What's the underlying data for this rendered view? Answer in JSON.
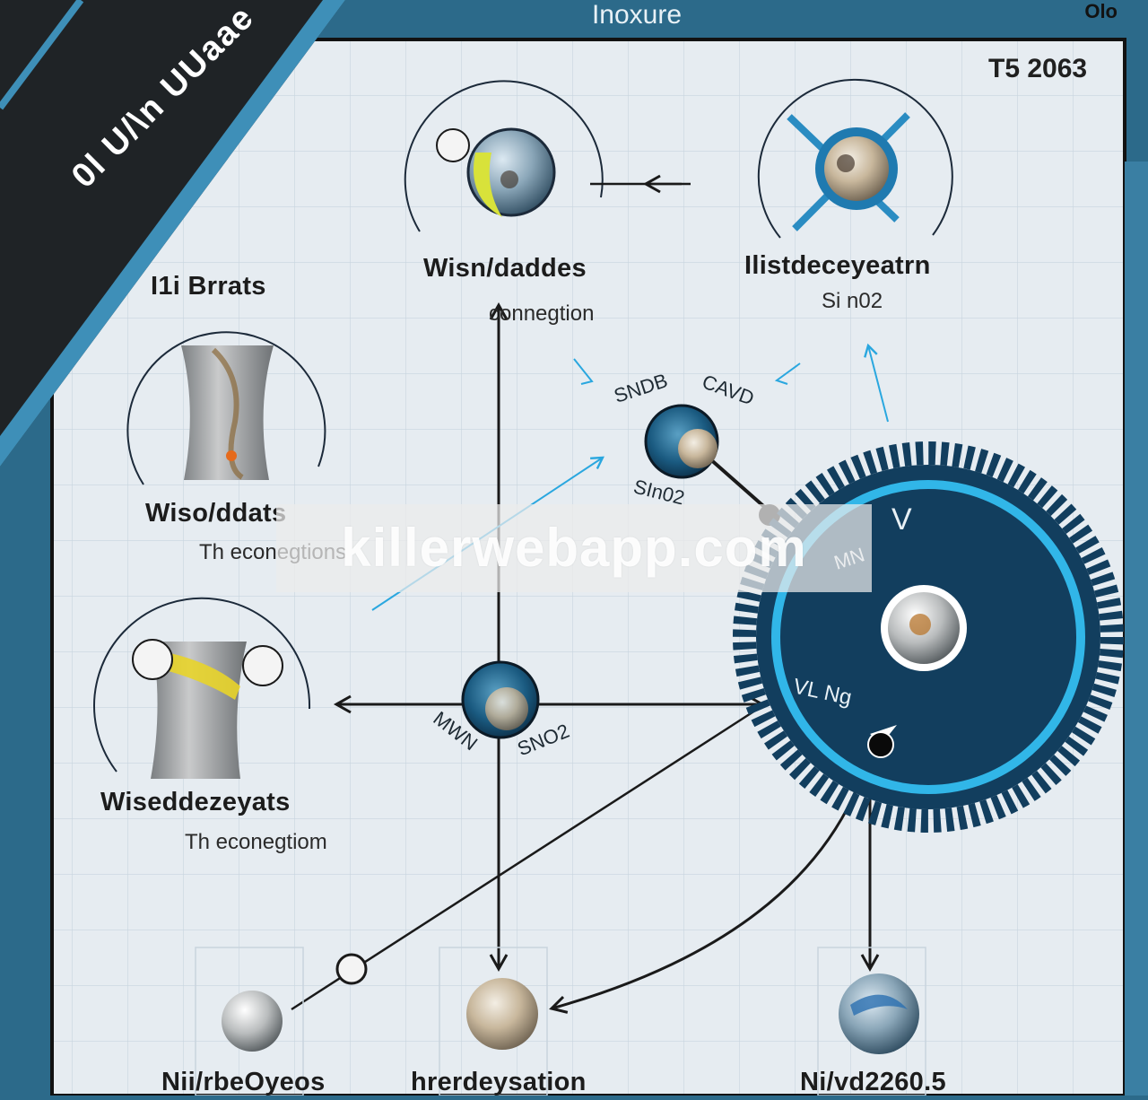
{
  "header": {
    "title": "Inoxure",
    "corner_badge": "Olo",
    "banner_text": "0l U/\\n UUaae"
  },
  "diagram": {
    "reference_code": "T5 2063",
    "left_group_title": "I1i Brrats",
    "nodes": {
      "top_center": {
        "label": "Wisn/daddes",
        "sublabel": "connegtion"
      },
      "top_right": {
        "label": "Ilistdeceyeatrn",
        "sublabel": "Si n02"
      },
      "left_upper": {
        "label": "Wiso/ddats",
        "sublabel": "Th econegtions"
      },
      "left_lower": {
        "label": "Wiseddezeyats",
        "sublabel": "Th econegtiom"
      },
      "center_small": {
        "tag_left": "SNDB",
        "tag_right": "CAVD",
        "tag_bottom": "SIn02"
      },
      "hub": {
        "tag_left": "MWN",
        "tag_right": "SNO2"
      },
      "gear": {
        "tag_top": "V",
        "tag_side": "MN",
        "tag_lower": "VL Ng"
      },
      "bottom_left": {
        "label": "Nii/rbeOyeos"
      },
      "bottom_center": {
        "label": "hrerdeysation"
      },
      "bottom_right": {
        "label": "Ni/vd2260.5"
      }
    }
  },
  "watermark": "killerwebapp.com",
  "colors": {
    "background": "#e6ecf1",
    "grid_line": "#c8d4de",
    "frame_blue": "#2c6a8a",
    "banner_dark": "#1f2326",
    "accent_cyan": "#2aa7df",
    "gear_navy": "#123e5e",
    "gear_ring": "#31b6e8"
  }
}
